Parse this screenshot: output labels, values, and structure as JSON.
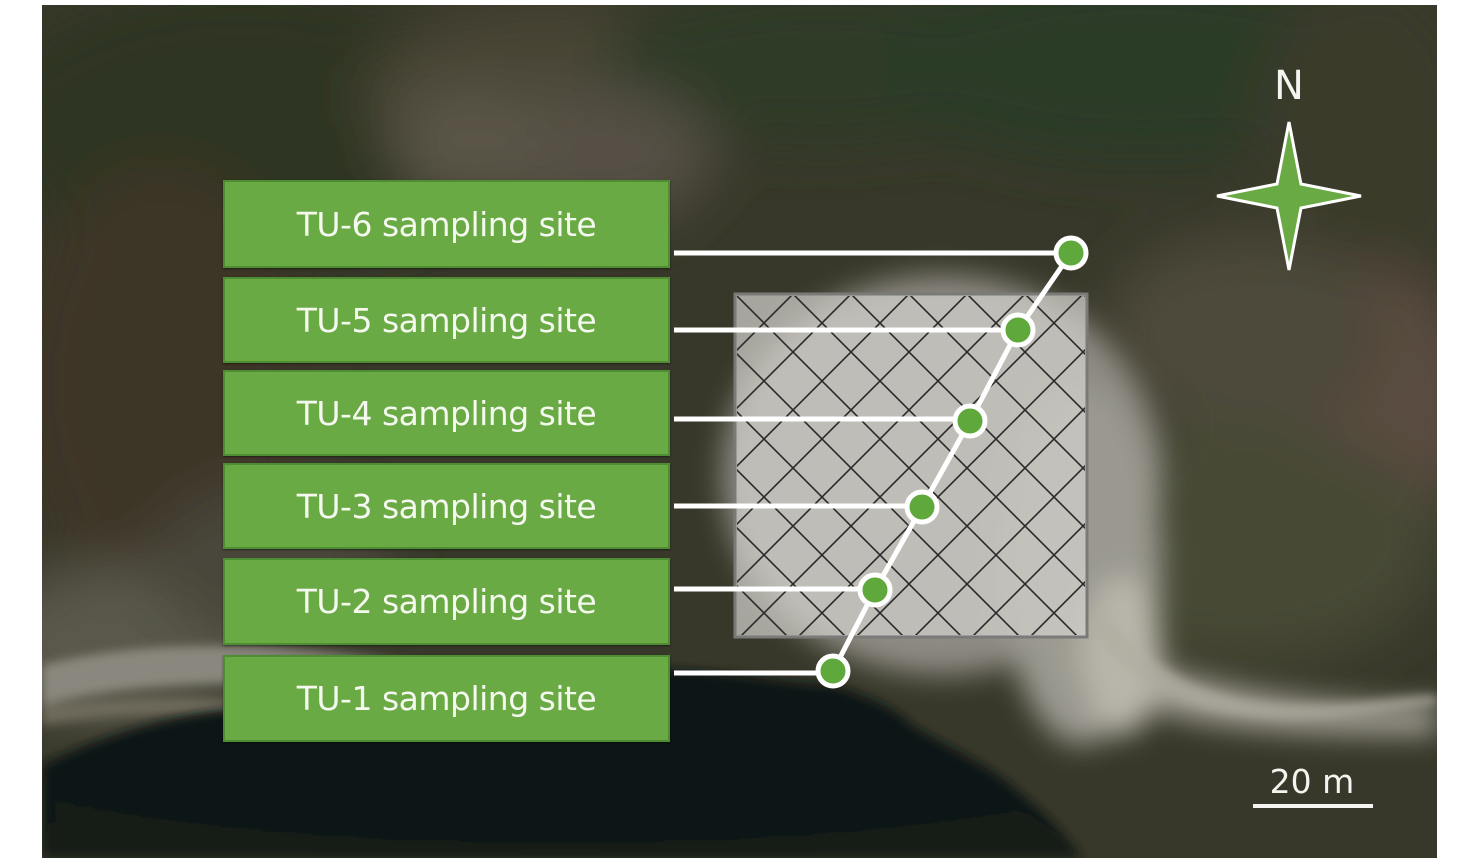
{
  "figure": {
    "type": "annotated satellite map",
    "colors": {
      "label_fill": "#6aaa45",
      "label_border": "#4f8d33",
      "label_text": "#f4f8ee",
      "marker_fill": "#5fa83c",
      "marker_stroke": "#ffffff",
      "leader_line": "#ffffff",
      "hatch_fill": "#c8c8c4",
      "hatch_line": "#2a2a2a",
      "hatch_border": "#7a7a78",
      "compass_fill": "#6aaa45"
    }
  },
  "sites": [
    {
      "id": "TU-6",
      "label": "TU-6 sampling site"
    },
    {
      "id": "TU-5",
      "label": "TU-5 sampling site"
    },
    {
      "id": "TU-4",
      "label": "TU-4 sampling site"
    },
    {
      "id": "TU-3",
      "label": "TU-3 sampling site"
    },
    {
      "id": "TU-2",
      "label": "TU-2 sampling site"
    },
    {
      "id": "TU-1",
      "label": "TU-1 sampling site"
    }
  ],
  "compass": {
    "north_label": "N",
    "icon": "compass-star-icon"
  },
  "scale": {
    "label": "20 m"
  },
  "study_area": {
    "icon": "crosshatch-area"
  }
}
